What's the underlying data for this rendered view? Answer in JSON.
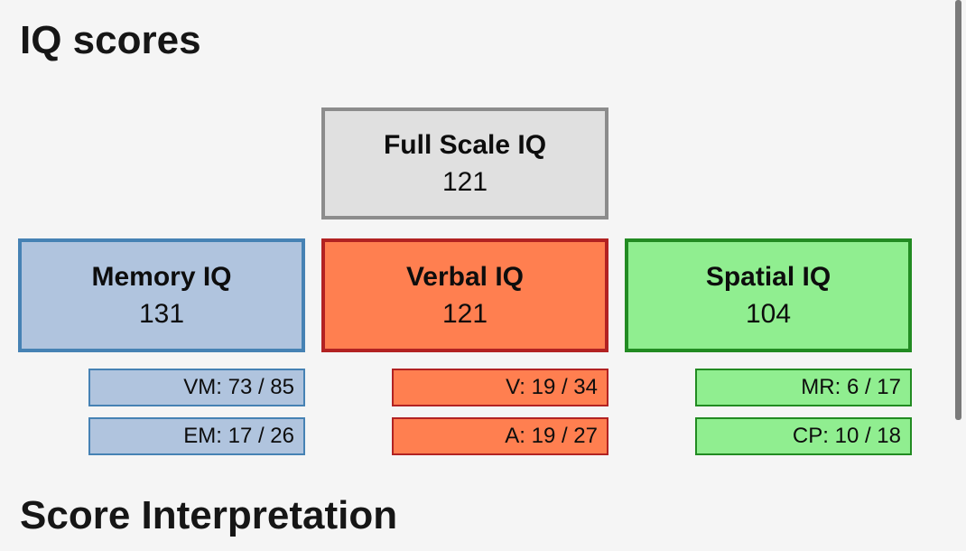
{
  "header": {
    "title": "IQ scores"
  },
  "full_scale": {
    "label": "Full Scale IQ",
    "value": "121",
    "fill": "#e0e0e0",
    "border": "#8c8c8c"
  },
  "domains": [
    {
      "label": "Memory IQ",
      "value": "131",
      "fill": "#b0c4de",
      "border": "#4682b4",
      "subtests": [
        "VM: 73 / 85",
        "EM: 17 / 26"
      ]
    },
    {
      "label": "Verbal IQ",
      "value": "121",
      "fill": "#ff7f50",
      "border": "#b22222",
      "subtests": [
        "V: 19 / 34",
        "A: 19 / 27"
      ]
    },
    {
      "label": "Spatial IQ",
      "value": "104",
      "fill": "#90ee90",
      "border": "#228b22",
      "subtests": [
        "MR: 6 / 17",
        "CP: 10 / 18"
      ]
    }
  ],
  "interpretation": {
    "title": "Score Interpretation"
  },
  "scrollbar": {
    "color": "#7a7a7a"
  }
}
